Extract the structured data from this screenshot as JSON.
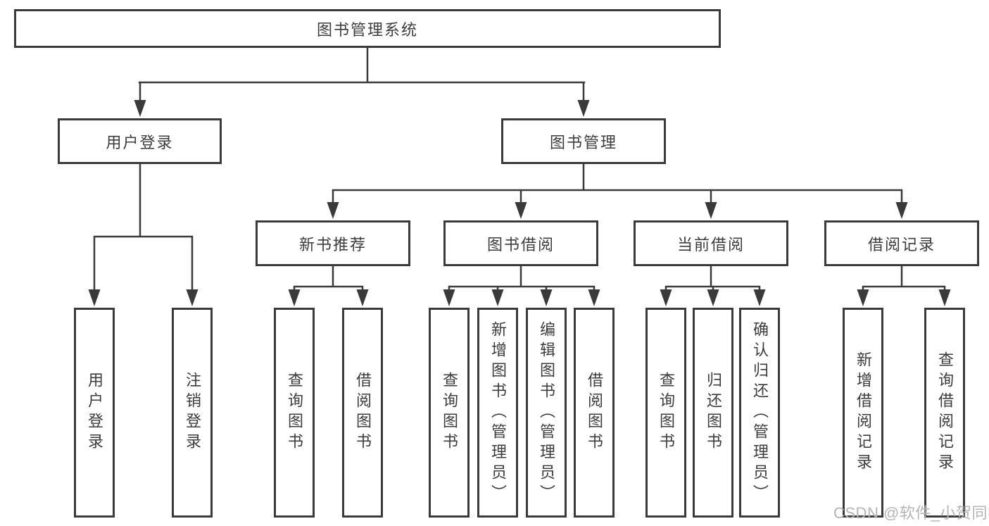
{
  "colors": {
    "box_border": "#3a3a3a",
    "text": "#3c3c3c",
    "connector": "#3a3a3a",
    "watermark": "#b5b5b5",
    "background": "#ffffff"
  },
  "tree": {
    "label": "图书管理系统",
    "children": [
      {
        "label": "用户登录",
        "children": [
          {
            "label": "用户登录"
          },
          {
            "label": "注销登录"
          }
        ]
      },
      {
        "label": "图书管理",
        "children": [
          {
            "label": "新书推荐",
            "children": [
              {
                "label": "查询图书"
              },
              {
                "label": "借阅图书"
              }
            ]
          },
          {
            "label": "图书借阅",
            "children": [
              {
                "label": "查询图书"
              },
              {
                "label": "新增图书（管理员）"
              },
              {
                "label": "编辑图书（管理员）"
              },
              {
                "label": "借阅图书"
              }
            ]
          },
          {
            "label": "当前借阅",
            "children": [
              {
                "label": "查询图书"
              },
              {
                "label": "归还图书"
              },
              {
                "label": "确认归还（管理员）"
              }
            ]
          },
          {
            "label": "借阅记录",
            "children": [
              {
                "label": "新增借阅记录"
              },
              {
                "label": "查询借阅记录"
              }
            ]
          }
        ]
      }
    ]
  },
  "watermark": {
    "text": "CSDN @软件_小贺同学"
  }
}
